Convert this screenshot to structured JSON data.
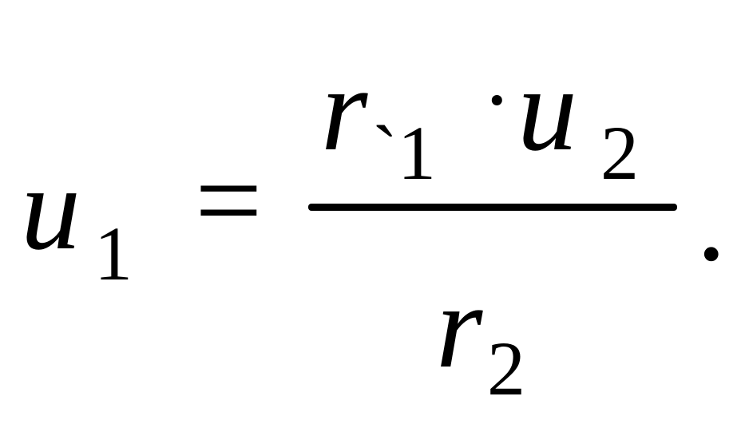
{
  "formula": {
    "lhs": {
      "variable": "u",
      "subscript": "1"
    },
    "equals": "=",
    "numerator": {
      "factor1": {
        "variable": "r",
        "subscript": "`1"
      },
      "operator": "·",
      "factor2": {
        "variable": "u",
        "subscript": "2"
      }
    },
    "denominator": {
      "variable": "r",
      "subscript": "2"
    },
    "terminal_punctuation": "."
  },
  "colors": {
    "ink": "#000000",
    "background": "#ffffff"
  }
}
